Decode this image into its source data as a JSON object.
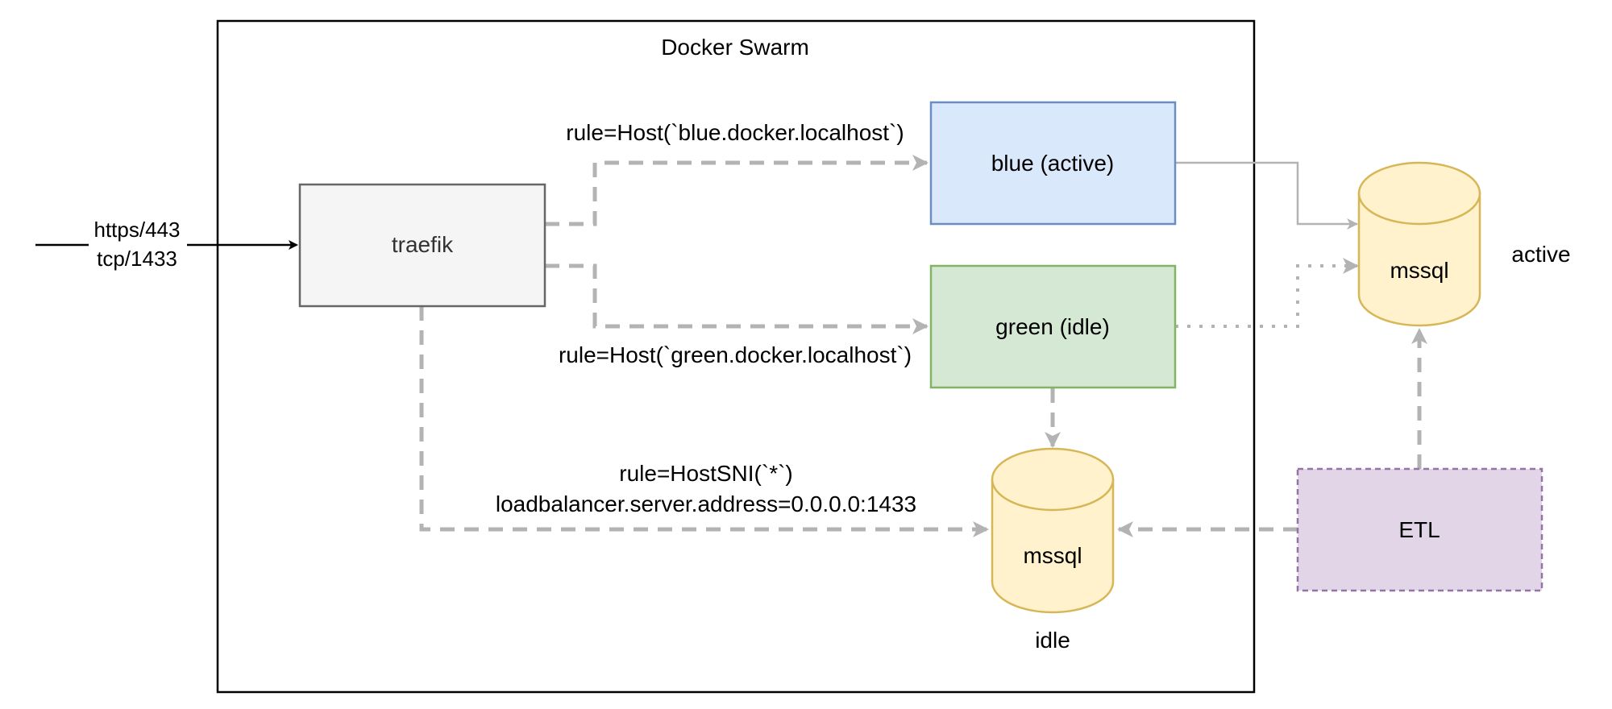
{
  "swarm": {
    "title": "Docker Swarm"
  },
  "input": {
    "line1": "https/443",
    "line2": "tcp/1433"
  },
  "nodes": {
    "traefik": {
      "label": "traefik"
    },
    "blue": {
      "label": "blue (active)"
    },
    "green": {
      "label": "green (idle)"
    },
    "db_active": {
      "label": "mssql",
      "status": "active"
    },
    "db_idle": {
      "label": "mssql",
      "status": "idle"
    },
    "etl": {
      "label": "ETL"
    }
  },
  "rules": {
    "blue": "rule=Host(`blue.docker.localhost`)",
    "green": "rule=Host(`green.docker.localhost`)",
    "sni_line1": "rule=HostSNI(`*`)",
    "sni_line2": "loadbalancer.server.address=0.0.0.0:1433"
  },
  "colors": {
    "blue_fill": "#dae8fc",
    "blue_stroke": "#6c8ebf",
    "green_fill": "#d5e8d4",
    "green_stroke": "#82b366",
    "db_fill": "#fff2cc",
    "db_stroke": "#d6b656",
    "etl_fill": "#e1d5e7",
    "etl_stroke": "#9673a6",
    "traefik_fill": "#f5f5f5",
    "traefik_stroke": "#666666",
    "edge_gray": "#b3b3b3"
  }
}
